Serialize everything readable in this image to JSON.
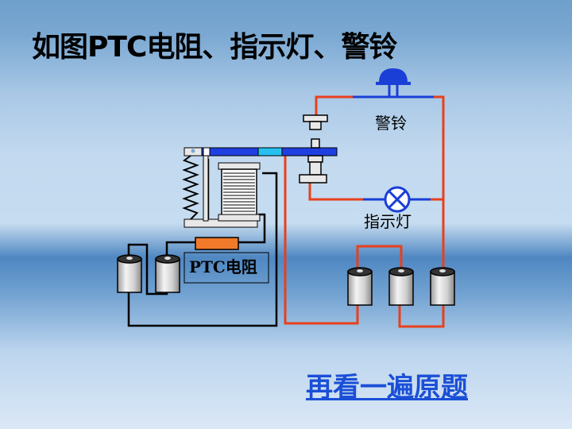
{
  "slide": {
    "title": "如图PTC电阻、指示灯、警铃",
    "link_text": "再看一遍原题"
  },
  "diagram": {
    "labels": {
      "alarm_bell": "警铃",
      "indicator_lamp": "指示灯",
      "ptc_resistor": "PTC电阻"
    }
  },
  "colors": {
    "red_wire": "#e8401c",
    "blue_wire": "#1a3fd6",
    "black_wire": "#000000",
    "resistor": "#f07a2a",
    "link": "#1a4fd6"
  }
}
